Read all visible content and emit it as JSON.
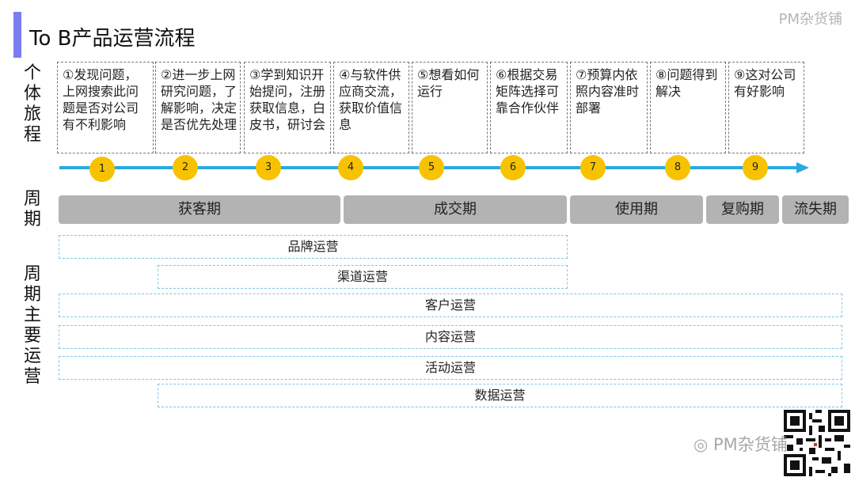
{
  "header": {
    "title": "To B产品运营流程",
    "brand": "PM杂货铺"
  },
  "labels": {
    "journey": [
      "个",
      "体",
      "旅",
      "程"
    ],
    "cycle": [
      "周",
      "期"
    ],
    "ops": [
      "周",
      "期",
      "主",
      "要",
      "运",
      "营"
    ]
  },
  "steps": [
    {
      "text": "①发现问题，上网搜索此问题是否对公司有不利影响",
      "num": "1"
    },
    {
      "text": "②进一步上网研究问题，了解影响，决定是否优先处理",
      "num": "2"
    },
    {
      "text": "③学到知识开始提问，注册获取信息，白皮书，研讨会",
      "num": "3"
    },
    {
      "text": "④与软件供应商交流，获取价值信息",
      "num": "4"
    },
    {
      "text": "⑤想看如何运行",
      "num": "5"
    },
    {
      "text": "⑥根据交易矩阵选择可靠合作伙伴",
      "num": "6"
    },
    {
      "text": "⑦预算内依照内容准时部署",
      "num": "7"
    },
    {
      "text": "⑧问题得到解决",
      "num": "8"
    },
    {
      "text": "⑨这对公司有好影响",
      "num": "9"
    }
  ],
  "phases": [
    "获客期",
    "成交期",
    "使用期",
    "复购期",
    "流失期"
  ],
  "operations": [
    "品牌运营",
    "渠道运营",
    "客户运营",
    "内容运营",
    "活动运营",
    "数据运营"
  ],
  "watermark": "PM杂货铺",
  "colors": {
    "accent": "#7b7bf2",
    "arrow": "#27a9e1",
    "dot": "#f7c300",
    "phase": "#b3b3b3",
    "ops_border": "#7ec7ea"
  }
}
